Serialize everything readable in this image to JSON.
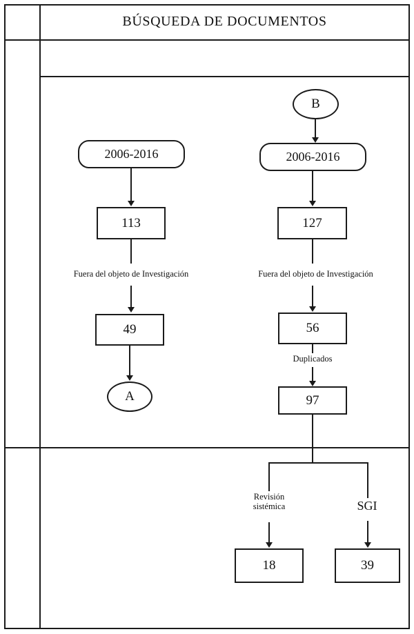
{
  "header": {
    "title": "BÚSQUEDA DE DOCUMENTOS"
  },
  "flow": {
    "left_branch": {
      "period": "2006-2016",
      "initial_count": "113",
      "filter_label": "Fuera del objeto de Investigación",
      "filtered_count": "49",
      "connector": "A"
    },
    "right_branch": {
      "connector": "B",
      "period": "2006-2016",
      "initial_count": "127",
      "filter_label": "Fuera del objeto de Investigación",
      "filtered_count": "56",
      "dedupe_label": "Duplicados",
      "dedupe_count": "97",
      "outputs": [
        {
          "label_line1": "Revisión",
          "label_line2": "sistémica",
          "count": "18"
        },
        {
          "label_line1": "SGI",
          "label_line2": "",
          "count": "39"
        }
      ]
    }
  },
  "colors": {
    "stroke": "#1a1a1a",
    "background": "#ffffff",
    "text": "#111111"
  }
}
